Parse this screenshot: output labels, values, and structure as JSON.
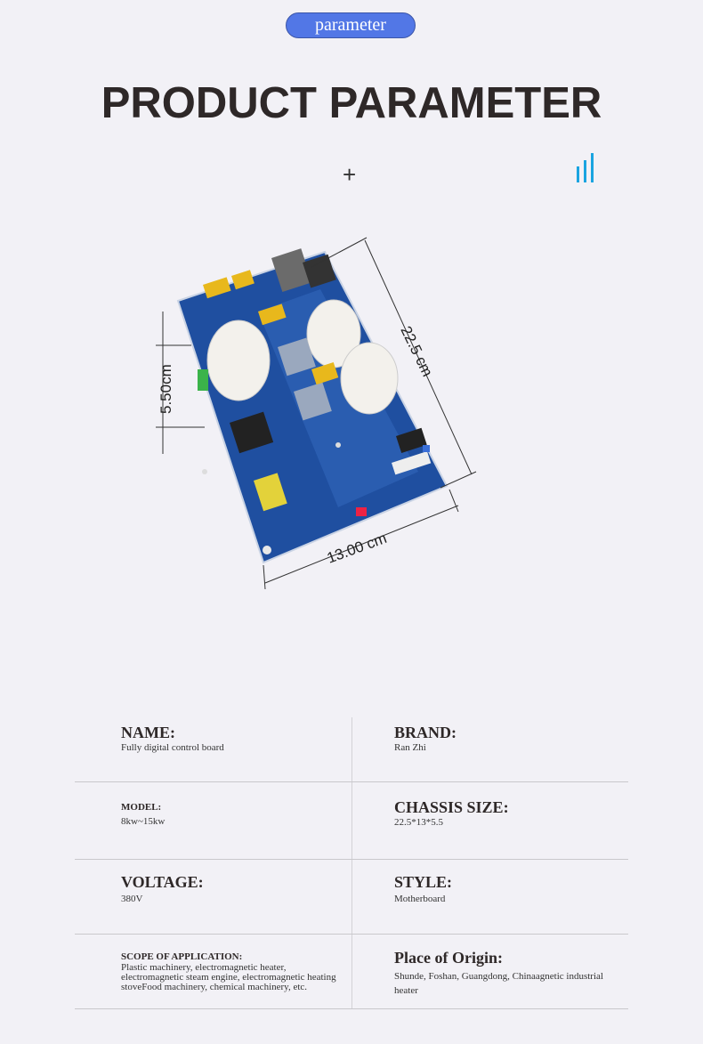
{
  "header": {
    "pill_label": "parameter",
    "title": "PRODUCT PARAMETER"
  },
  "icons": {
    "plus": "plus-icon",
    "bars": "signal-bars-icon"
  },
  "colors": {
    "accent": "#5277e6",
    "bars": "#1aa4e0",
    "text": "#2e2828",
    "board": "#1f4fa0"
  },
  "image": {
    "dimensions": {
      "length": "22.5 cm",
      "width": "13.00 cm",
      "height": "5.50cm"
    }
  },
  "params": [
    {
      "label": "NAME:",
      "value": "Fully digital control board"
    },
    {
      "label": "BRAND:",
      "value": "Ran Zhi"
    },
    {
      "label": "MODEL:",
      "value": "8kw~15kw"
    },
    {
      "label": "CHASSIS SIZE:",
      "value": "22.5*13*5.5"
    },
    {
      "label": "VOLTAGE:",
      "value": "380V"
    },
    {
      "label": "STYLE:",
      "value": "Motherboard"
    },
    {
      "label": "SCOPE OF APPLICATION:",
      "value": "Plastic machinery, electromagnetic heater, electromagnetic steam engine, electromagnetic heating stoveFood machinery, chemical machinery, etc."
    },
    {
      "label": "Place of Origin:",
      "value": "Shunde, Foshan, Guangdong, Chinaagnetic industrial heater"
    }
  ]
}
